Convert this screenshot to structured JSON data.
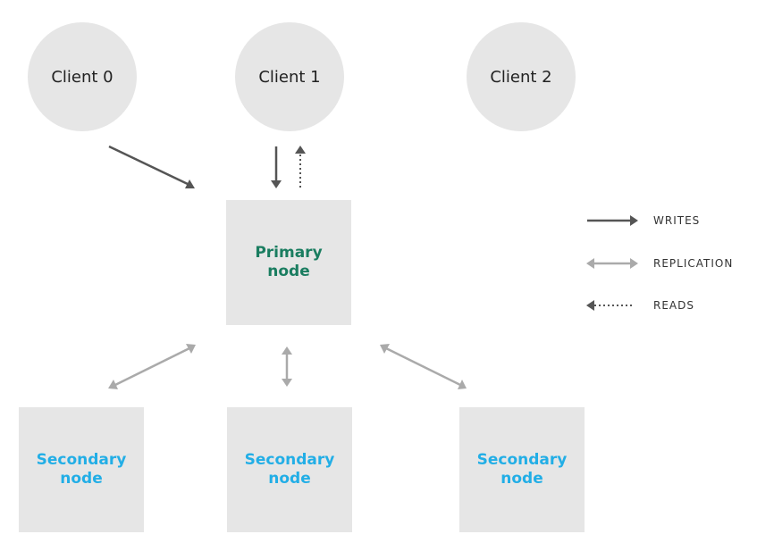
{
  "clients": [
    {
      "label": "Client 0"
    },
    {
      "label": "Client 1"
    },
    {
      "label": "Client 2"
    }
  ],
  "primary": {
    "line1": "Primary",
    "line2": "node"
  },
  "secondaries": [
    {
      "line1": "Secondary",
      "line2": "node"
    },
    {
      "line1": "Secondary",
      "line2": "node"
    },
    {
      "line1": "Secondary",
      "line2": "node"
    }
  ],
  "legend": {
    "writes": "WRITES",
    "replication": "REPLICATION",
    "reads": "READS"
  },
  "colors": {
    "writes": "#555555",
    "replication": "#aaaaaa",
    "reads": "#555555",
    "primary_text": "#1a7d60",
    "secondary_text": "#22aee6",
    "box": "#e6e6e6"
  }
}
